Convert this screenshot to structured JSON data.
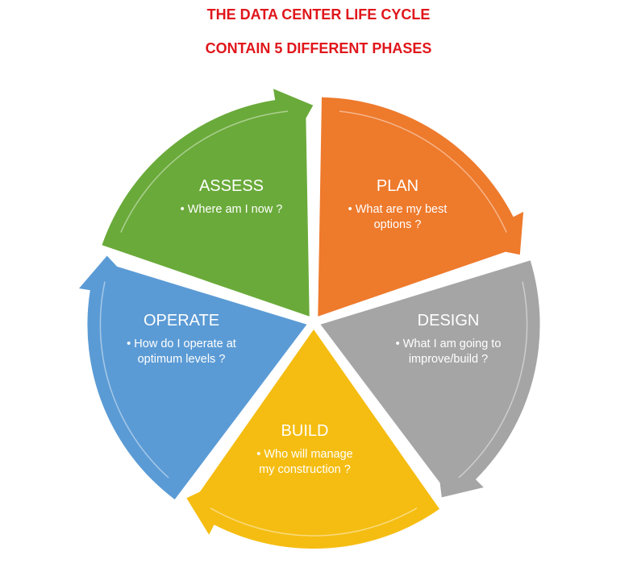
{
  "title_line1": "THE DATA CENTER LIFE CYCLE",
  "title_line2": "CONTAIN 5 DIFFERENT PHASES",
  "phases": [
    {
      "label": "PLAN",
      "question": "• What are my best options ?",
      "color": "#ee7a2c"
    },
    {
      "label": "DESIGN",
      "question": "• What I am going to improve/build ?",
      "color": "#a5a5a5"
    },
    {
      "label": "BUILD",
      "question": "• Who will manage my construction ?",
      "color": "#f5bd12"
    },
    {
      "label": "OPERATE",
      "question": "• How do I operate at optimum levels ?",
      "color": "#5b9bd5"
    },
    {
      "label": "ASSESS",
      "question": "• Where am I now ?",
      "color": "#6aaa3a"
    }
  ]
}
